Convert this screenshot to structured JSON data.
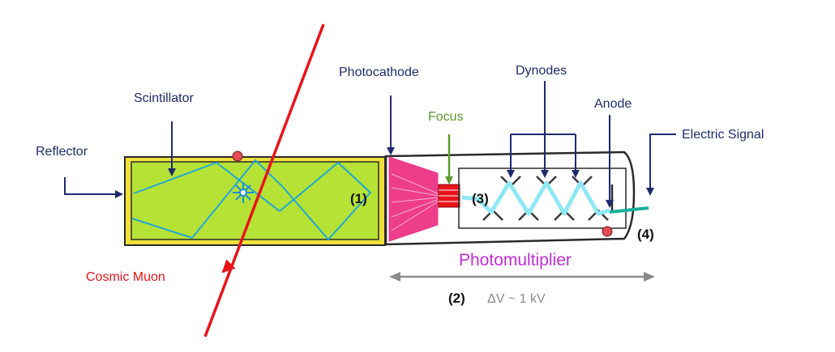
{
  "labels": {
    "reflector": "Reflector",
    "scintillator": "Scintillator",
    "photocathode": "Photocathode",
    "focus": "Focus",
    "dynodes": "Dynodes",
    "anode": "Anode",
    "electric_signal": "Electric Signal",
    "cosmic_muon": "Cosmic Muon",
    "photomultiplier": "Photomultiplier",
    "voltage": "ΔV ~ 1 kV"
  },
  "markers": {
    "m1": "(1)",
    "m2": "(2)",
    "m3": "(3)",
    "m4": "(4)"
  },
  "colors": {
    "label_text": "#1f2a6e",
    "arrow": "#1f2a6e",
    "muon": "#e8141b",
    "focus": "#5a9a2e",
    "photomultiplier": "#c22fd6",
    "scintillator_fill": "#b5e234",
    "reflector_frame": "#efe13a",
    "photocathode": "#ee3d8a",
    "light_path": "#22a7d6",
    "electron_path": "#8ee8f4",
    "signal_wire": "#17b09a",
    "dimension_arrow": "#8a8a8a"
  }
}
